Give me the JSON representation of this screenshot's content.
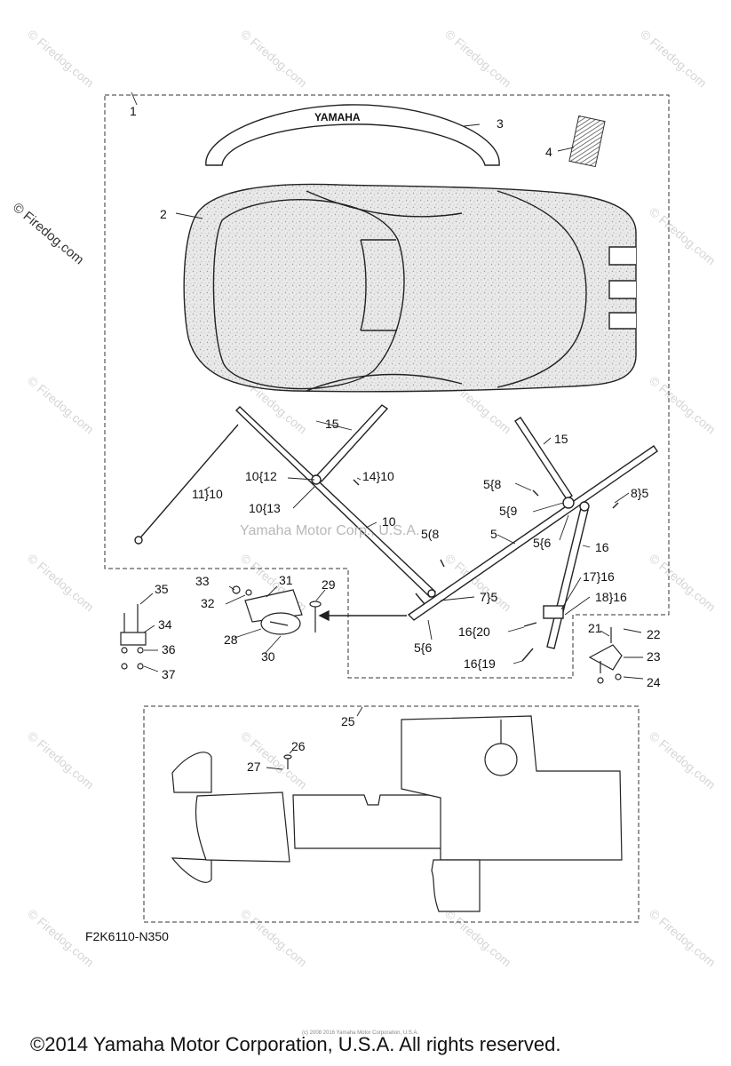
{
  "diagram": {
    "callouts": [
      "1",
      "2",
      "3",
      "4",
      "15",
      "10{12",
      "14}10",
      "10{13",
      "11}10",
      "10",
      "15",
      "5{8",
      "8}5",
      "5{9",
      "5{6",
      "16",
      "5(8",
      "5",
      "7}5",
      "17}16",
      "18}16",
      "5{6",
      "16{20",
      "16{19",
      "21",
      "22",
      "23",
      "24",
      "33",
      "31",
      "29",
      "32",
      "35",
      "34",
      "28",
      "30",
      "36",
      "37",
      "25",
      "26",
      "27"
    ],
    "brand_text": "YAMAHA",
    "watermark_center": "Yamaha Motor Corp., U.S.A.",
    "watermark_tile": "© Firedog.com",
    "watermark_side": "© Firedog.com",
    "figure_code": "F2K6110-N350",
    "fine_print": "(c) 2008 2016 Yamaha Motor Corporation, U.S.A.",
    "copyright": "©2014 Yamaha Motor Corporation, U.S.A. All rights reserved."
  }
}
